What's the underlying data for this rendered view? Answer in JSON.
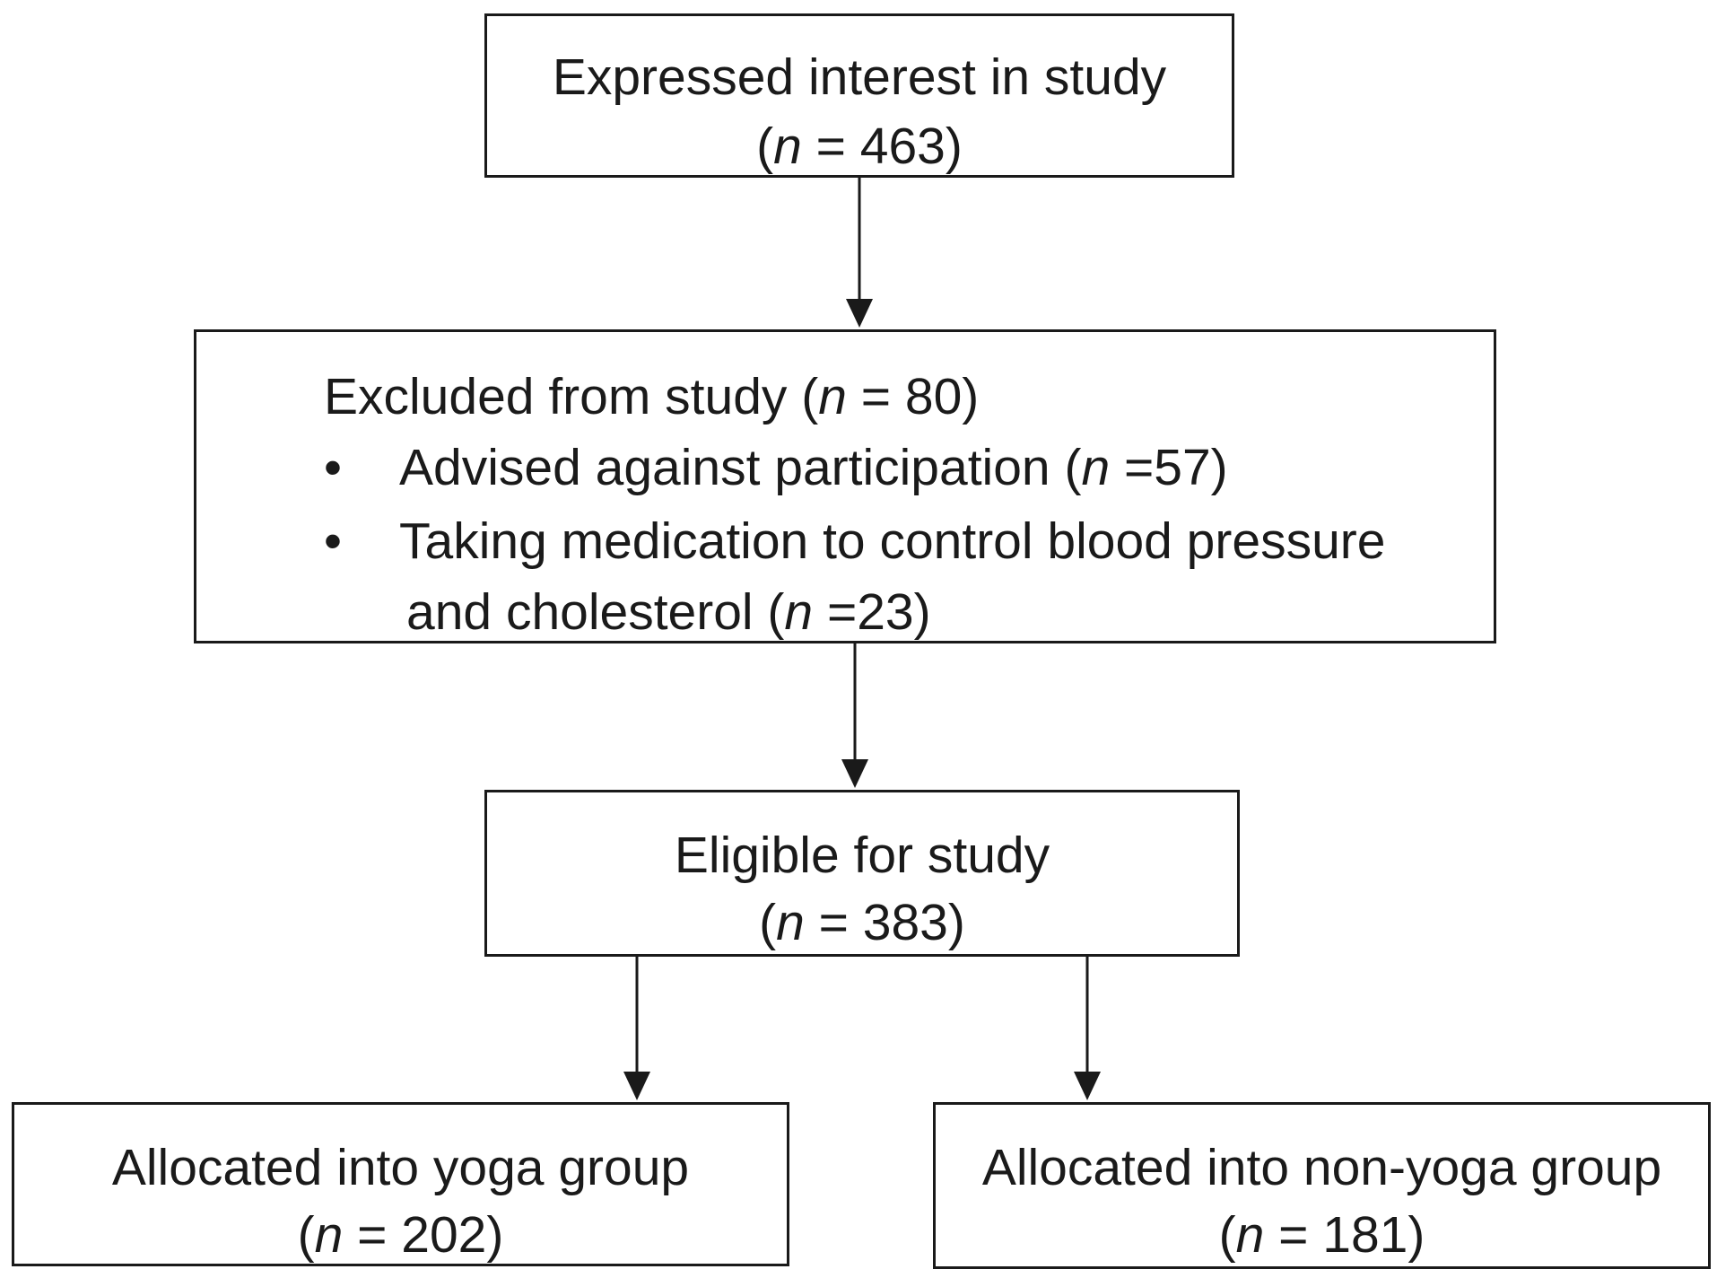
{
  "flowchart": {
    "interest": {
      "label": "Expressed interest in study",
      "n_open": "(",
      "n_var": "n",
      "n_rest": " = 463)"
    },
    "excluded": {
      "label_pre": "Excluded from study (",
      "n_var": "n",
      "label_post": " = 80)",
      "reasons": [
        {
          "text_pre": "Advised against participation (",
          "n_var": "n",
          "text_post": " =57)"
        },
        {
          "line1": "Taking medication to control blood pressure",
          "text_pre": "and cholesterol (",
          "n_var": "n",
          "text_post": " =23)"
        }
      ]
    },
    "eligible": {
      "label": "Eligible for study",
      "n_open": "(",
      "n_var": "n",
      "n_rest": " = 383)"
    },
    "yoga": {
      "label": "Allocated into yoga group",
      "n_open": "(",
      "n_var": "n",
      "n_rest": " = 202)"
    },
    "non_yoga": {
      "label": "Allocated into non-yoga group",
      "n_open": "(",
      "n_var": "n",
      "n_rest": " = 181)"
    }
  }
}
